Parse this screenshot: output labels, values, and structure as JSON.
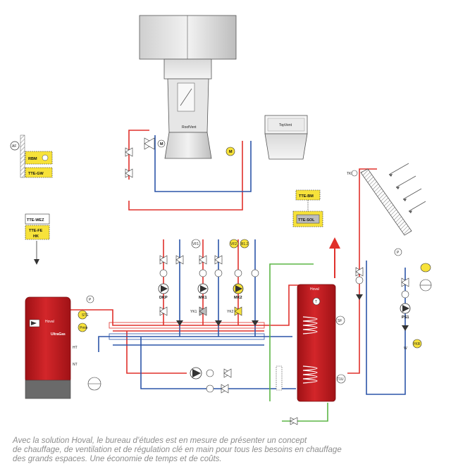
{
  "units": {
    "roofvent": "RoofVent",
    "topvent": "TopVent",
    "ultragas": "UltraGas",
    "hoval_boiler": "Hoval",
    "hoval_tank": "Hoval"
  },
  "labels": {
    "af": "AF",
    "rbm": "RBM",
    "tte_gw": "TTE-GW",
    "tte_wez": "TTE-WEZ",
    "tte_fe_1": "TTE-FE",
    "tte_fe_2": "HK",
    "tte_bm": "TTE-BM",
    "tte_sol": "TTE-SOL",
    "tkd1": "TKD1",
    "vf1": "VF1",
    "vf2": "VF2",
    "b12": "B1.2",
    "dkp": "DKP",
    "mk1": "MK1",
    "mk2": "MK2",
    "yk1": "YK1",
    "yk2": "YK2",
    "sf": "SF",
    "t1u": "T1U",
    "ps1": "PS1",
    "ykr": "YKR",
    "ht": "HT",
    "nt": "NT",
    "ste": "STE",
    "pmin": "Pmin",
    "m": "M",
    "t": "T",
    "p": "P",
    "w": "W"
  },
  "caption": [
    "Avec la solution Hoval, le bureau d’études est en mesure de présenter un concept",
    "de chauffage, de ventilation et de régulation clé en main pour tous les besoins en chauffage",
    "des grands espaces. Une économie de temps et de coûts."
  ],
  "colors": {
    "supply": "#e0302b",
    "return": "#2c55a8",
    "solar": "#5cb545",
    "unit_red": "#c0191d",
    "sensor_yellow": "#f7e23a"
  }
}
